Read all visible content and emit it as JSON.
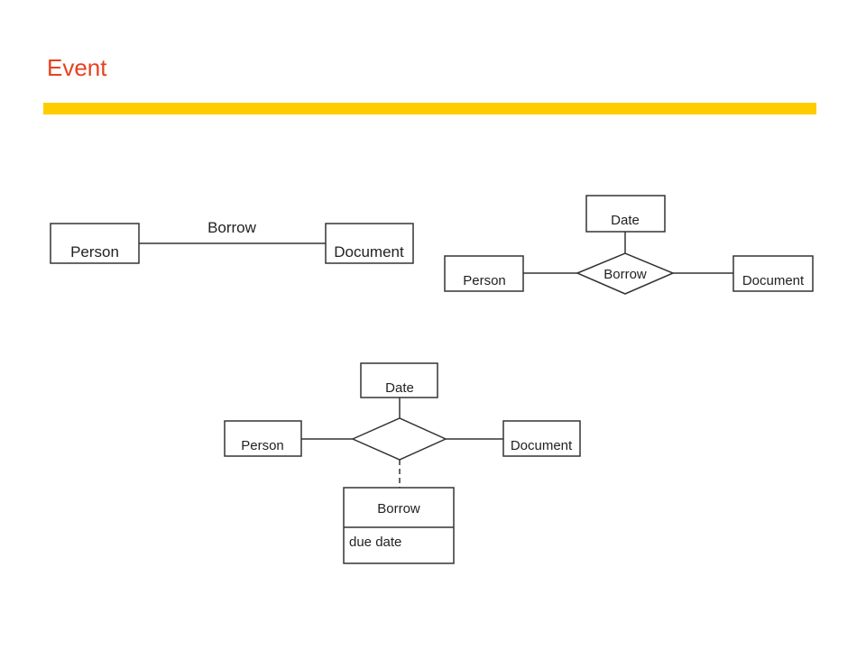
{
  "slide": {
    "title": "Event",
    "title_color": "#e8411f",
    "bar_color": "#ffcc00"
  },
  "diagram1": {
    "left_entity": "Person",
    "right_entity": "Document",
    "relationship_label": "Borrow"
  },
  "diagram2": {
    "top_entity": "Date",
    "left_entity": "Person",
    "right_entity": "Document",
    "relationship_label": "Borrow"
  },
  "diagram3": {
    "top_entity": "Date",
    "left_entity": "Person",
    "right_entity": "Document",
    "association_class": {
      "name": "Borrow",
      "attribute": "due date"
    }
  }
}
